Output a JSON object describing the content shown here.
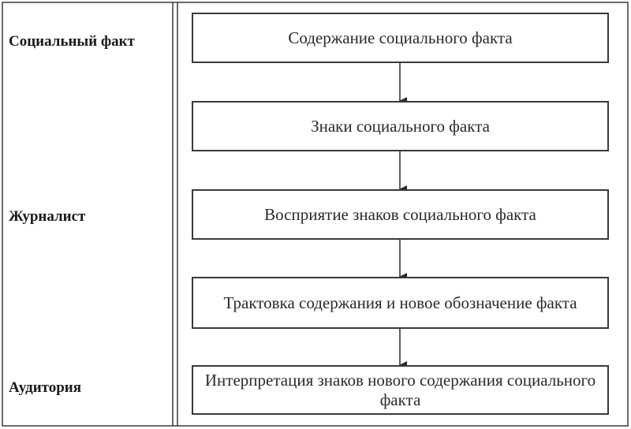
{
  "rows": {
    "social_fact": "Социальный факт",
    "journalist": "Журналист",
    "audience": "Аудитория"
  },
  "steps": [
    "Содержание социального факта",
    "Знаки социального факта",
    "Восприятие знаков социального факта",
    "Трактовка содержания и новое обозначение факта",
    "Интерпретация знаков нового содержания социального факта"
  ],
  "colors": {
    "line": "#3a3a3a",
    "text": "#2a2a2a",
    "background": "#ffffff"
  }
}
